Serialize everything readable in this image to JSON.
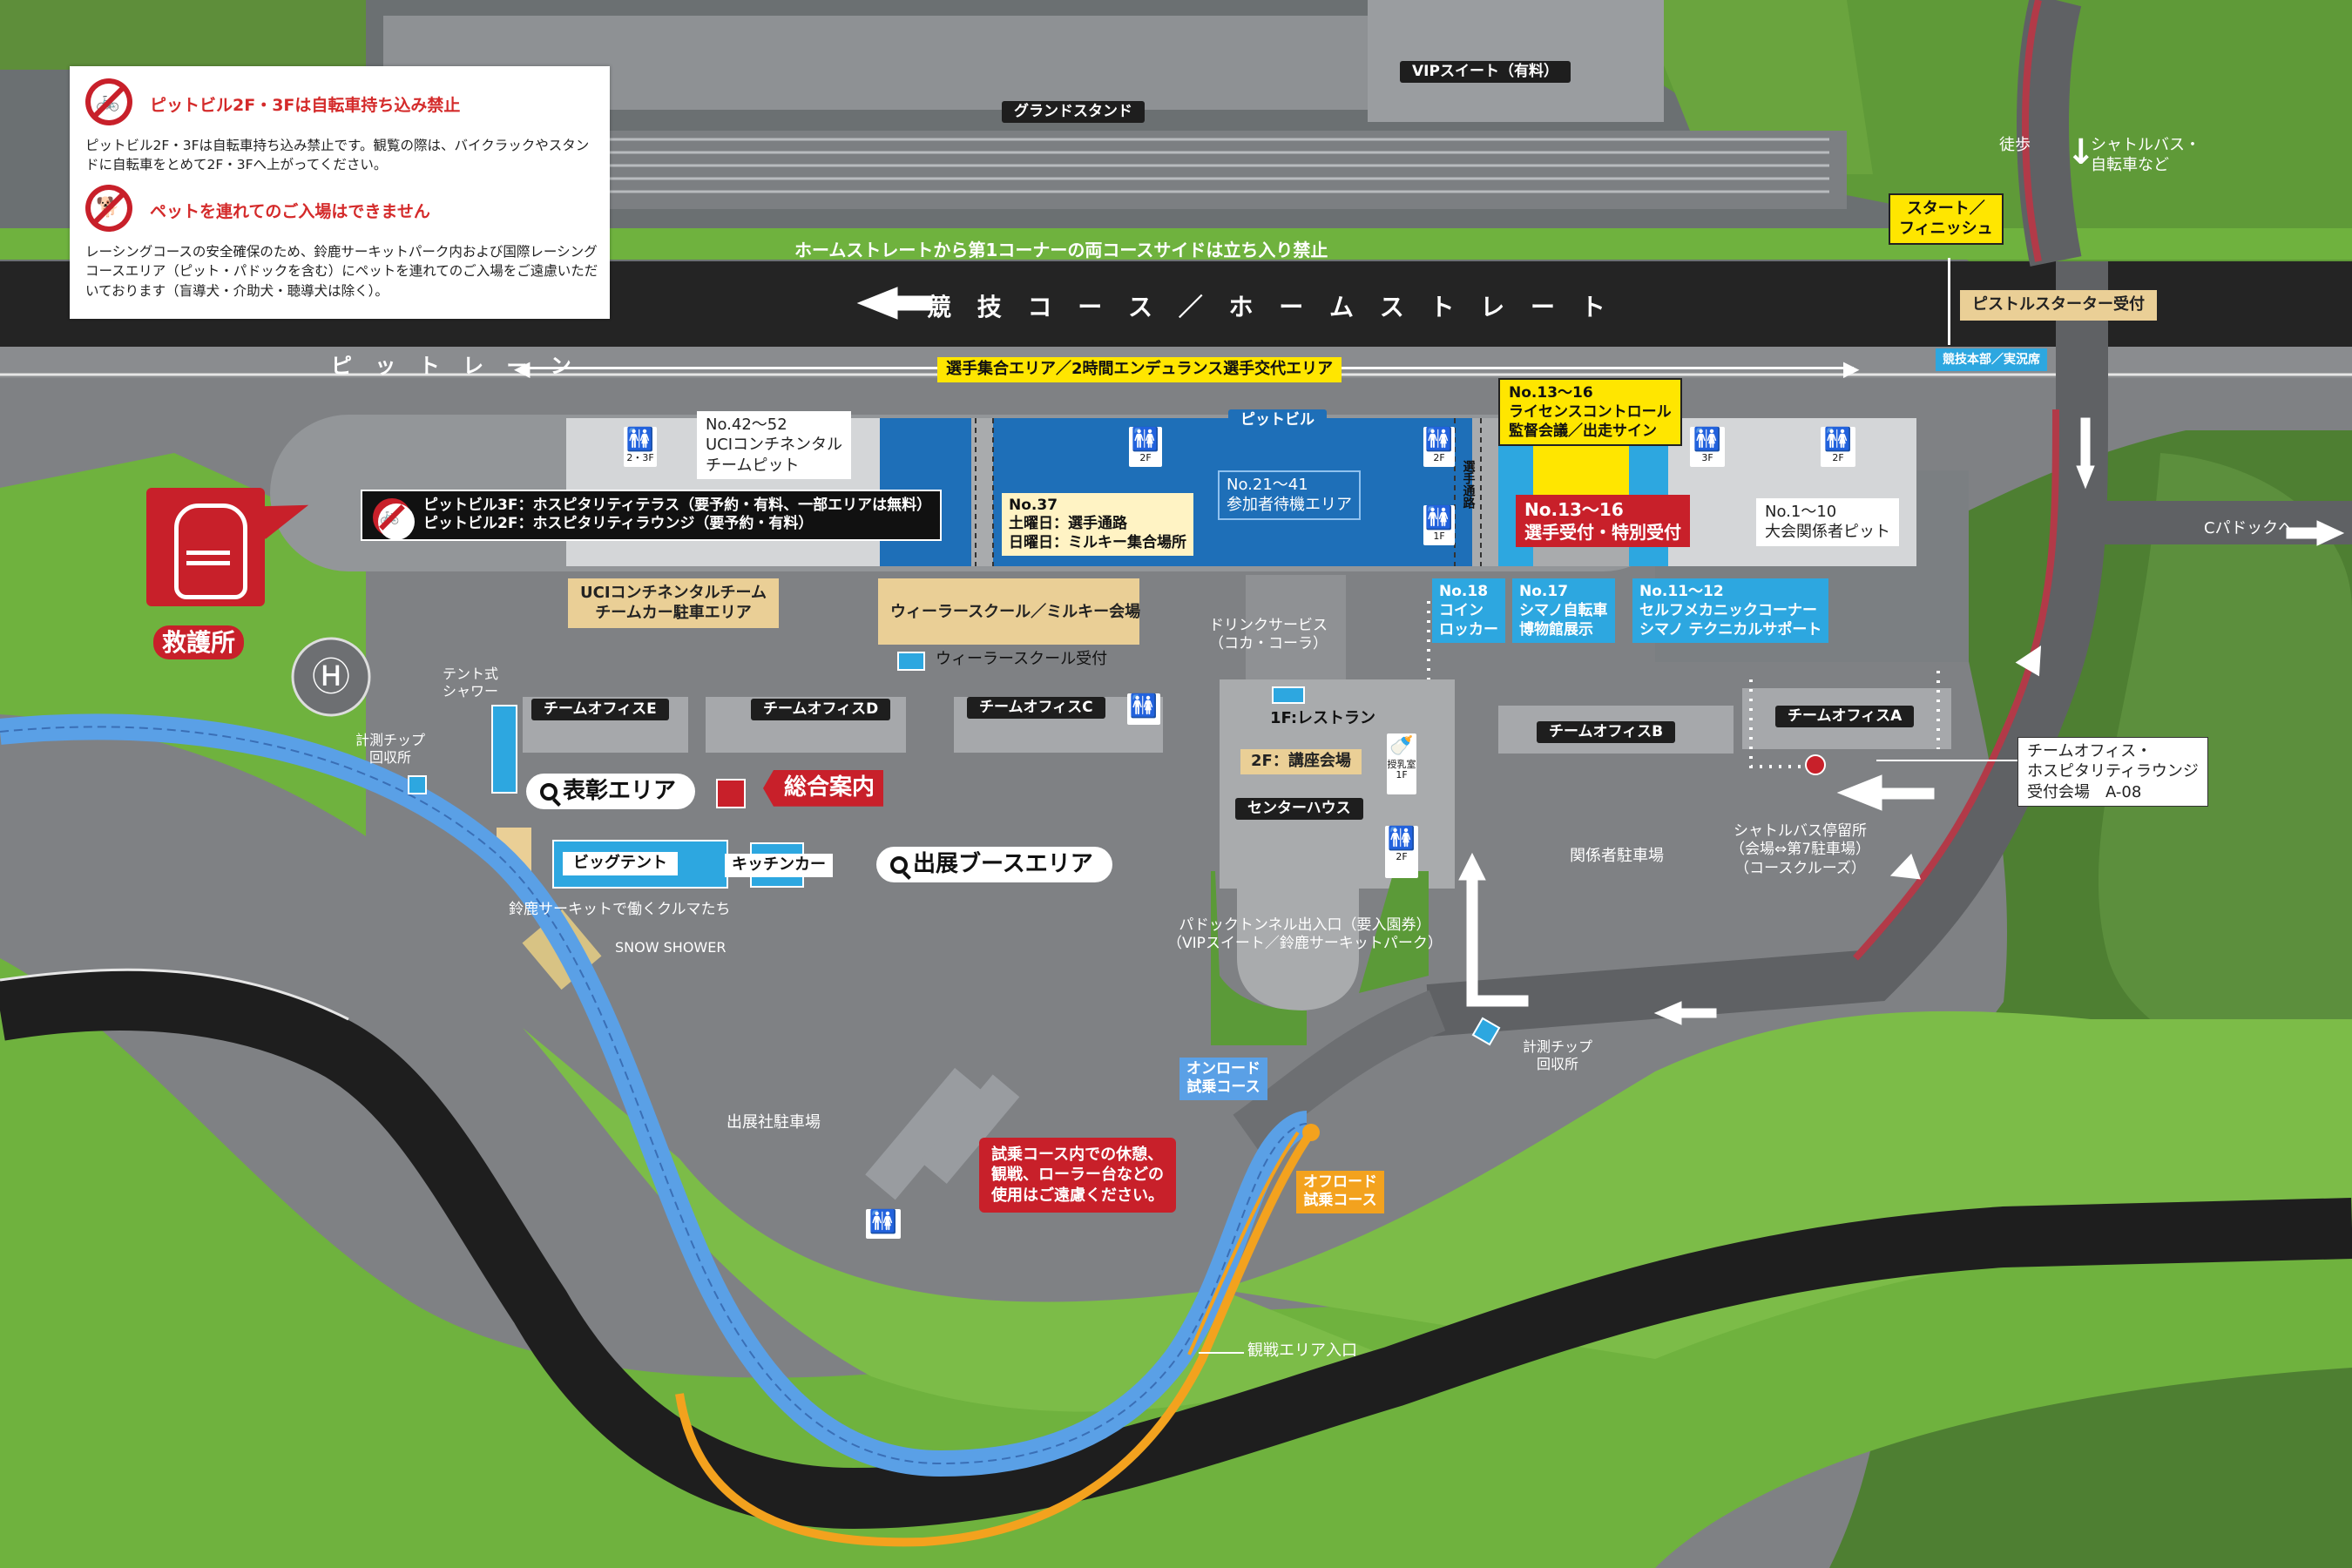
{
  "colors": {
    "grass": "#6fb23e",
    "grass_dark": "#4e7f32",
    "asphalt": "#7f8184",
    "track_black": "#1e1e1e",
    "onroad_blue": "#5aa0e6",
    "offroad_orange": "#f3a21e",
    "accent_red": "#c8202a",
    "accent_yellow": "#ffe600",
    "tan": "#eacf96",
    "zone_blue": "#1e6fb8",
    "zone_light_blue": "#2da7e0"
  },
  "notice": {
    "bikes_heading": "ピットビル2F・3Fは自転車持ち込み禁止",
    "bikes_text": "ピットビル2F・3Fは自転車持ち込み禁止です。観覧の際は、バイクラックやスタンドに自転車をとめて2F・3Fへ上がってください。",
    "pets_heading": "ペットを連れてのご入場はできません",
    "pets_text": "レーシングコースの安全確保のため、鈴鹿サーキットパーク内および国際レーシングコースエリア（ピット・パドックを含む）にペットを連れてのご入場をご遠慮いただいております（盲導犬・介助犬・聴導犬は除く）。"
  },
  "top": {
    "vip_suite": "VIPスイート（有料）",
    "grandstand": "グランドスタンド",
    "pedestrian": "徒歩",
    "shuttle_bike": "シャトルバス・\n自転車など",
    "no_entry_line": "ホームストレートから第1コーナーの両コースサイドは立ち入り禁止",
    "course_name": "競 技 コ ー ス ／ ホ ー ム ス ト レ ー ト",
    "start_finish": "スタート／\nフィニッシュ",
    "pistol_starter": "ピストルスターター受付",
    "race_hq": "競技本部／実況席",
    "pit_lane": "ピ ッ ト レ ー ン",
    "assembly_area": "選手集合エリア／2時間エンデュランス選手交代エリア"
  },
  "pit": {
    "pit_building": "ピットビル",
    "uci_pit": "No.42〜52\nUCIコンチネンタル\nチームピット",
    "hospitality": "ピットビル3F：ホスピタリティテラス（要予約・有料、一部エリアは無料）\nピットビル2F：ホスピタリティラウンジ（要予約・有料）",
    "no37": "No.37\n土曜日：選手通路\n日曜日：ミルキー集合場所",
    "no21_41": "No.21〜41\n参加者待機エリア",
    "no13_16_meeting": "No.13〜16\nライセンスコントロール\n監督会議／出走サイン",
    "no13_16_reception": "No.13〜16\n選手受付・特別受付",
    "no1_10": "No.1〜10\n大会関係者ピット",
    "athlete_passage": "選手通路",
    "no18": "No.18\nコイン\nロッカー",
    "no17": "No.17\nシマノ自転車\n博物館展示",
    "no11_12": "No.11〜12\nセルフメカニックコーナー\nシマノ テクニカルサポート",
    "floor_23f": "2・3F",
    "floor_2f": "2F",
    "floor_3f": "3F",
    "floor_1f": "1F"
  },
  "paddock": {
    "uci_parking": "UCIコンチネンタルチーム\nチームカー駐車エリア",
    "wheeler_school": "ウィーラースクール／ミルキー会場",
    "wheeler_reception": "ウィーラースクール受付",
    "drink_service": "ドリンクサービス\n（コカ・コーラ）",
    "first_aid": "救護所",
    "tent_shower": "テント式\nシャワー",
    "timing_chip_1": "計測チップ\n回収所",
    "timing_chip_2": "計測チップ\n回収所",
    "team_office_e": "チームオフィスE",
    "team_office_d": "チームオフィスD",
    "team_office_c": "チームオフィスC",
    "team_office_b": "チームオフィスB",
    "team_office_a": "チームオフィスA",
    "restaurant": "1F:レストラン",
    "lecture_hall": "2F：講座会場",
    "center_house": "センターハウス",
    "nursing_room": "授乳室",
    "awards_area": "表彰エリア",
    "info": "総合案内",
    "big_tent": "ビッグテント",
    "kitchen_car": "キッチンカー",
    "exhibit_area": "出展ブースエリア",
    "suzuka_cars": "鈴鹿サーキットで働くクルマたち",
    "snow_shower": "SNOW SHOWER",
    "tunnel": "パドックトンネル出入口（要入園券）\n（VIPスイート／鈴鹿サーキットパーク）",
    "staff_parking": "関係者駐車場",
    "exhibitor_parking": "出展社駐車場",
    "c_paddock": "Cパドックへ",
    "team_lounge": "チームオフィス・\nホスピタリティラウンジ\n受付会場　A-08",
    "shuttle_stop": "シャトルバス停留所\n（会場⇔第7駐車場）\n（コースクルーズ）"
  },
  "trial": {
    "onroad": "オンロード\n試乗コース",
    "offroad": "オフロード\n試乗コース",
    "warning": "試乗コース内での休憩、\n観戦、ローラー台などの\n使用はご遠慮ください。",
    "spectator_entry": "観戦エリア入口"
  },
  "icons": {
    "no_bike": "no-bicycle-icon",
    "no_pet": "no-pet-icon",
    "first_aid": "first-aid-hand-icon",
    "restroom": "restroom-icon",
    "helipad": "helipad-icon",
    "magnifier": "magnifier-icon",
    "bottle": "baby-bottle-icon"
  }
}
